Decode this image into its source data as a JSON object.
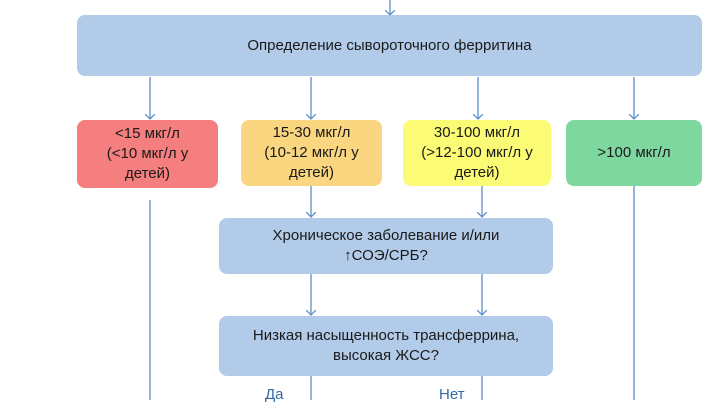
{
  "diagram": {
    "top": {
      "label": "Определение сывороточного ферритина"
    },
    "ranges": [
      {
        "id": "range-lt15",
        "lines": [
          "<15 мкг/л",
          "(<10 мкг/л у",
          "детей)"
        ],
        "color": "#f57e7e"
      },
      {
        "id": "range-15-30",
        "lines": [
          "15-30 мкг/л",
          "(10-12 мкг/л у",
          "детей)"
        ],
        "color": "#fbd680"
      },
      {
        "id": "range-30-100",
        "lines": [
          "30-100 мкг/л",
          "(>12-100 мкг/л у",
          "детей)"
        ],
        "color": "#fbfb75"
      },
      {
        "id": "range-gt100",
        "lines": [
          ">100 мкг/л"
        ],
        "color": "#7fd7a0"
      }
    ],
    "chronic": {
      "lines": [
        "Хроническое заболевание и/или",
        "↑СОЭ/СРБ?"
      ]
    },
    "saturation": {
      "lines": [
        "Низкая насыщенность трансферрина,",
        "высокая ЖСС?"
      ]
    },
    "edge_labels": {
      "yes": "Да",
      "no": "Нет"
    },
    "colors": {
      "node_blue": "#b1cbe8",
      "connector": "#5b8fc7",
      "edge_text": "#2e6aa8"
    }
  }
}
